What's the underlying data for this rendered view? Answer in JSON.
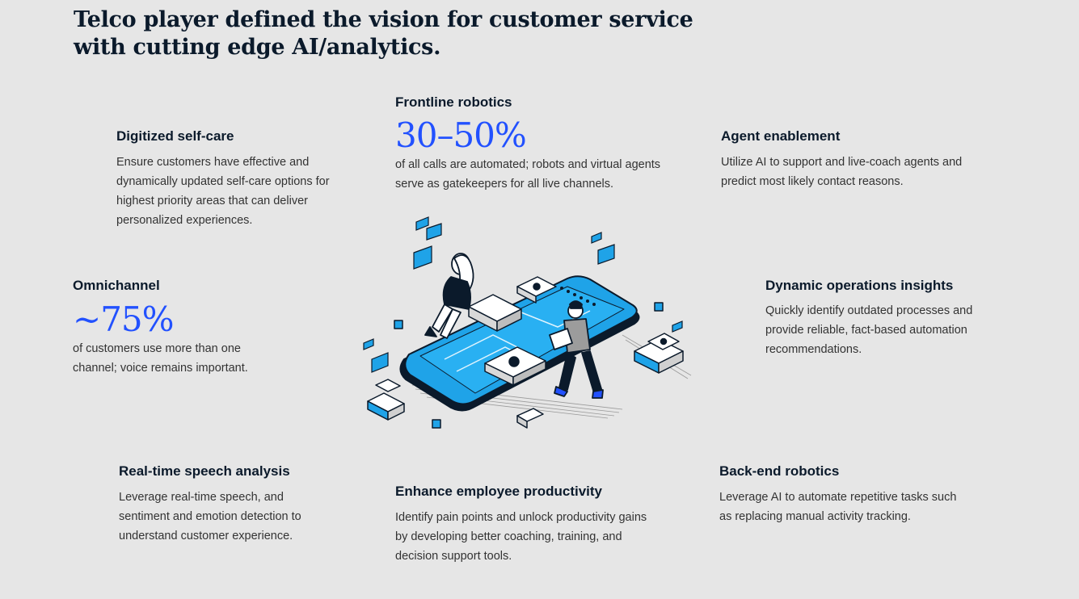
{
  "title": "Telco player defined the vision for customer service with cutting edge AI/analytics.",
  "colors": {
    "accent": "#2251ff",
    "illustration_blue": "#1fa3e8",
    "background": "#e6e6e6",
    "ink": "#0b1a2b"
  },
  "blocks": {
    "frontline": {
      "heading": "Frontline robotics",
      "stat": "30–50%",
      "text": "of all calls are automated; robots and virtual agents serve as gatekeepers for all live channels."
    },
    "selfcare": {
      "heading": "Digitized self-care",
      "text": "Ensure customers have effective and dynamically updated self-care options for highest priority areas that can deliver personalized experiences."
    },
    "agent": {
      "heading": "Agent enablement",
      "text": "Utilize AI to support and live-coach agents and predict most likely contact reasons."
    },
    "omni": {
      "heading": "Omnichannel",
      "stat": "~75%",
      "text": "of customers use more than one channel; voice remains important."
    },
    "dynamic": {
      "heading": "Dynamic operations insights",
      "text": "Quickly identify outdated processes and provide reliable, fact-based automation recommendations."
    },
    "speech": {
      "heading": "Real-time speech analysis",
      "text": "Leverage real-time speech, and sentiment and emotion detection to understand customer experience."
    },
    "productivity": {
      "heading": "Enhance employee productivity",
      "text": "Identify pain points and unlock productivity gains by developing better coaching, training, and decision support tools."
    },
    "backend": {
      "heading": "Back-end robotics",
      "text": "Leverage AI to automate repetitive tasks such as replacing manual activity tracking."
    }
  },
  "illustration": {
    "icon": "isometric-smartphone-people-illustration"
  }
}
